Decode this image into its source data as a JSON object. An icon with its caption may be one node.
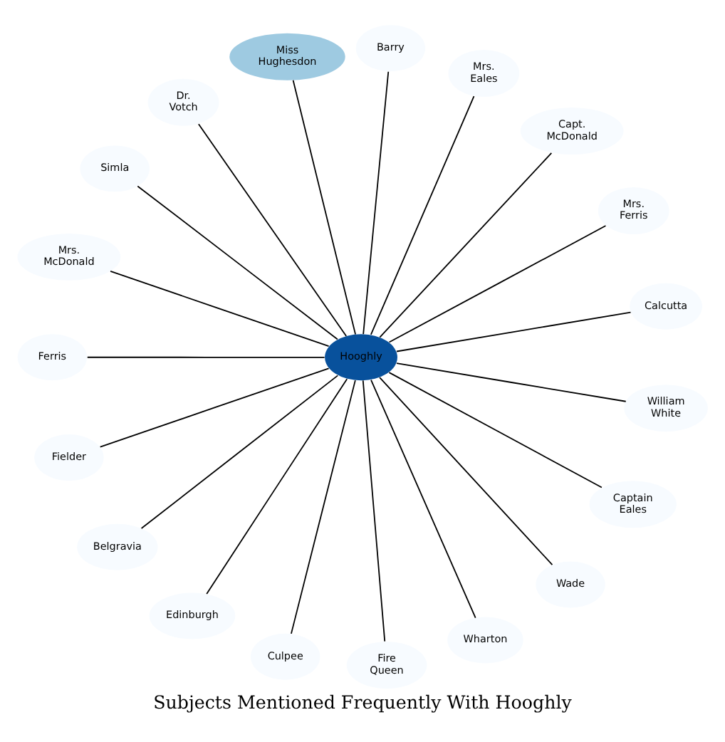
{
  "diagram": {
    "title": "Subjects Mentioned Frequently With Hooghly",
    "nodes": [
      {
        "text": [
          "Hooghly"
        ]
      },
      {
        "text": [
          "Calcutta"
        ]
      },
      {
        "text": [
          "Mrs. Ferris"
        ]
      },
      {
        "text": [
          "Capt. McDonald"
        ]
      },
      {
        "text": [
          "Mrs. Eales"
        ]
      },
      {
        "text": [
          "Barry"
        ]
      },
      {
        "text": [
          "Miss Hughesdon"
        ]
      },
      {
        "text": [
          "Dr. Votch"
        ]
      },
      {
        "text": [
          "Simla"
        ]
      },
      {
        "text": [
          "Mrs. McDonald"
        ]
      },
      {
        "text": [
          "Ferris"
        ]
      },
      {
        "text": [
          "Fielder"
        ]
      },
      {
        "text": [
          "Belgravia"
        ]
      },
      {
        "text": [
          "Edinburgh"
        ]
      },
      {
        "text": [
          "Culpee"
        ]
      },
      {
        "text": [
          "Fire Queen"
        ]
      },
      {
        "text": [
          "Wharton"
        ]
      },
      {
        "text": [
          "Wade"
        ]
      },
      {
        "text": [
          "Captain Eales"
        ]
      },
      {
        "text": [
          "William White"
        ]
      }
    ],
    "edges": [
      {
        "from": 0,
        "to": 1,
        "arrow": "none"
      },
      {
        "from": 0,
        "to": 2,
        "arrow": "none"
      },
      {
        "from": 0,
        "to": 3,
        "arrow": "none"
      },
      {
        "from": 0,
        "to": 4,
        "arrow": "none"
      },
      {
        "from": 0,
        "to": 5,
        "arrow": "none"
      },
      {
        "from": 0,
        "to": 6,
        "arrow": "none"
      },
      {
        "from": 0,
        "to": 7,
        "arrow": "none"
      },
      {
        "from": 0,
        "to": 8,
        "arrow": "none"
      },
      {
        "from": 0,
        "to": 9,
        "arrow": "none"
      },
      {
        "from": 0,
        "to": 10,
        "arrow": "none"
      },
      {
        "from": 0,
        "to": 11,
        "arrow": "none"
      },
      {
        "from": 0,
        "to": 12,
        "arrow": "none"
      },
      {
        "from": 0,
        "to": 13,
        "arrow": "none"
      },
      {
        "from": 0,
        "to": 14,
        "arrow": "none"
      },
      {
        "from": 0,
        "to": 15,
        "arrow": "none"
      },
      {
        "from": 0,
        "to": 16,
        "arrow": "none"
      },
      {
        "from": 0,
        "to": 17,
        "arrow": "none"
      },
      {
        "from": 0,
        "to": 18,
        "arrow": "none"
      },
      {
        "from": 0,
        "to": 19,
        "arrow": "none"
      }
    ]
  }
}
